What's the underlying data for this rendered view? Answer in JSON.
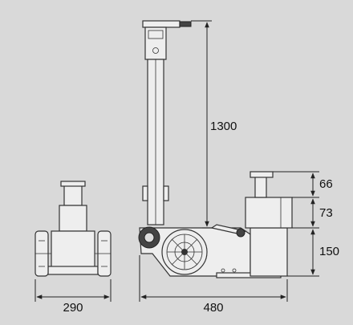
{
  "diagram": {
    "dimensions": {
      "handle_height": "1300",
      "cap_height": "66",
      "mid_height": "73",
      "base_height": "150",
      "front_width": "290",
      "side_length": "480"
    }
  }
}
